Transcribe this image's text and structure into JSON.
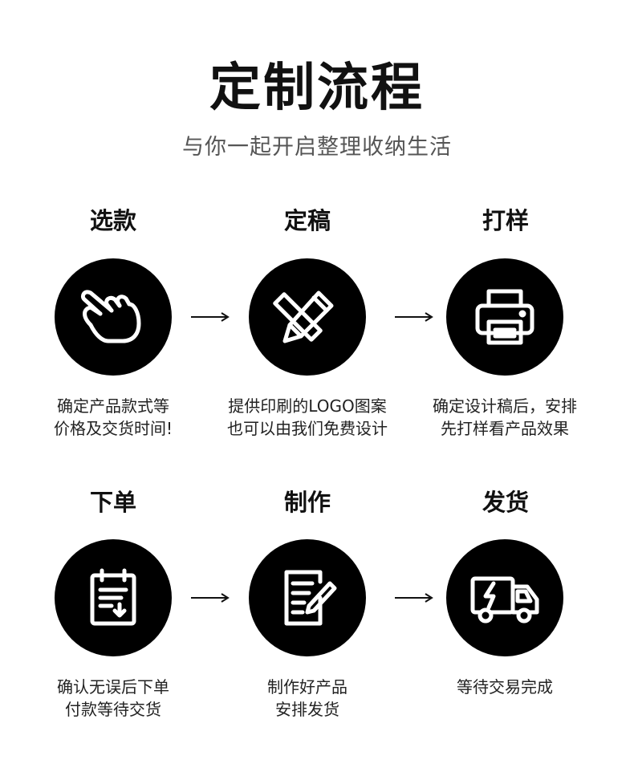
{
  "header": {
    "title": "定制流程",
    "subtitle": "与你一起开启整理收纳生活"
  },
  "steps": [
    {
      "title": "选款",
      "icon": "hand-pointer-icon",
      "desc": [
        "确定产品款式等",
        "价格及交货时间!"
      ]
    },
    {
      "title": "定稿",
      "icon": "pencil-ruler-icon",
      "desc": [
        "提供印刷的LOGO图案",
        "也可以由我们免费设计"
      ]
    },
    {
      "title": "打样",
      "icon": "printer-icon",
      "desc": [
        "确定设计稿后，安排",
        "先打样看产品效果"
      ]
    },
    {
      "title": "下单",
      "icon": "order-clipboard-icon",
      "desc": [
        "确认无误后下单",
        "付款等待交货"
      ]
    },
    {
      "title": "制作",
      "icon": "document-edit-icon",
      "desc": [
        "制作好产品",
        "安排发货"
      ]
    },
    {
      "title": "发货",
      "icon": "delivery-truck-icon",
      "desc": [
        "等待交易完成"
      ]
    }
  ],
  "colors": {
    "circle": "#000000",
    "icon_stroke": "#ffffff",
    "subtitle": "#555555"
  }
}
